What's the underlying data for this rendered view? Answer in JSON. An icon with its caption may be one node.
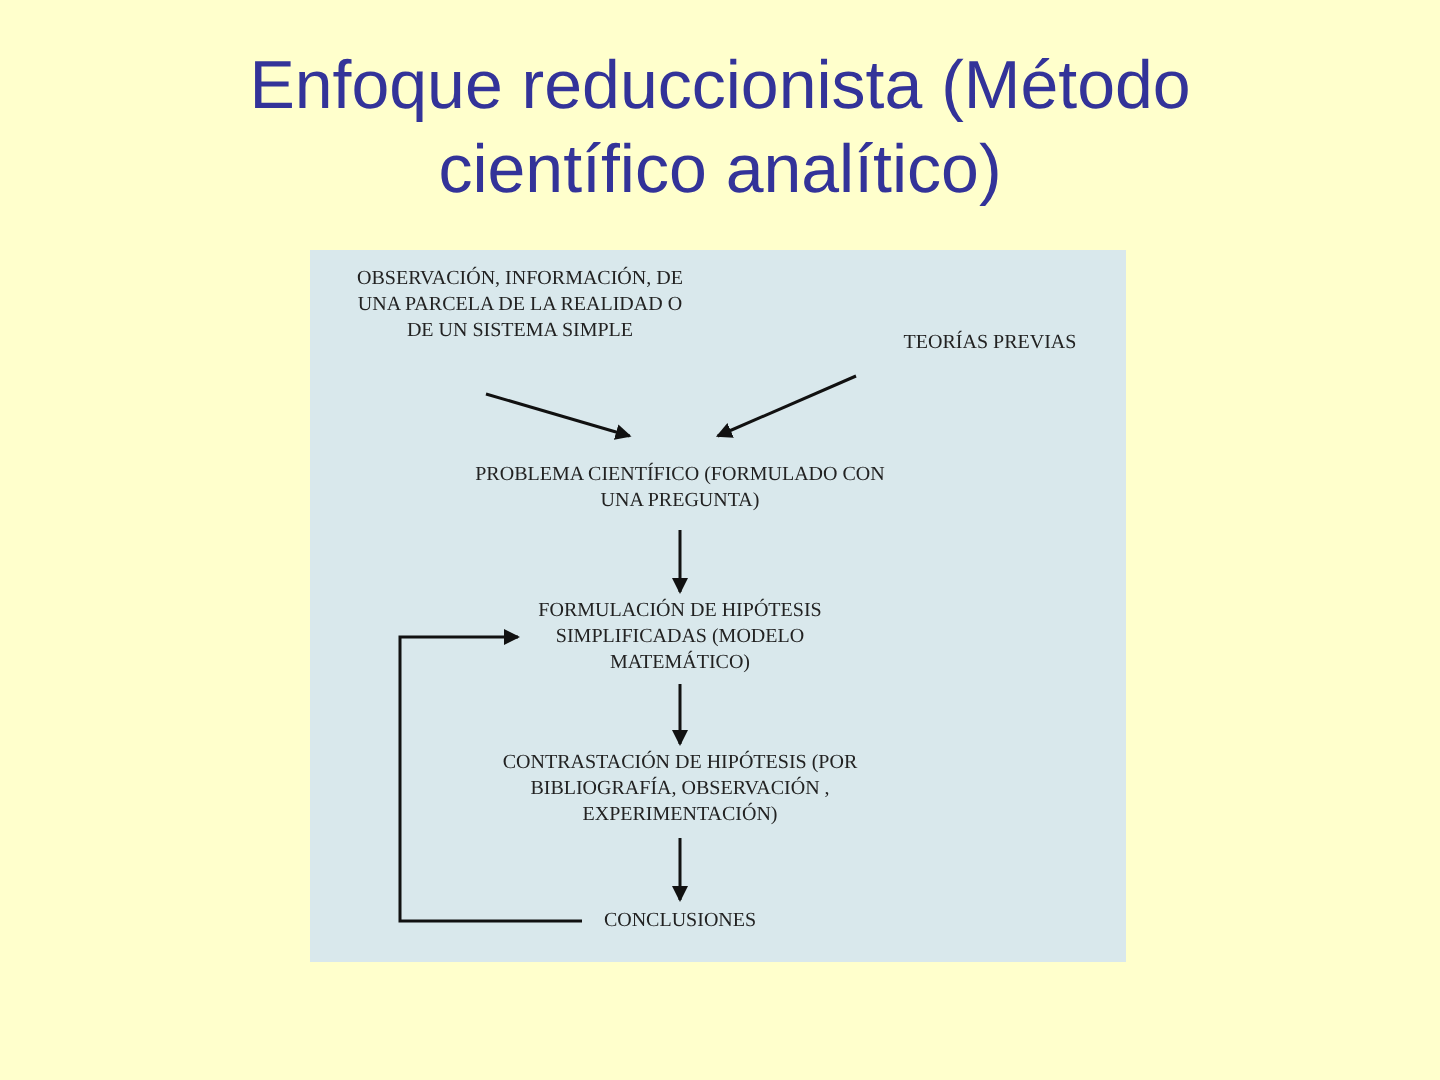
{
  "diagram": {
    "title": "Enfoque reduccionista (Método científico analítico)",
    "nodes": [
      {
        "text": [
          "OBSERVACIÓN, INFORMACIÓN, DE UNA PARCELA DE LA REALIDAD O DE UN SISTEMA SIMPLE"
        ]
      },
      {
        "text": [
          "TEORÍAS PREVIAS"
        ]
      },
      {
        "text": [
          "PROBLEMA CIENTÍFICO (FORMULADO CON UNA PREGUNTA)"
        ]
      },
      {
        "text": [
          "FORMULACIÓN DE HIPÓTESIS SIMPLIFICADAS (MODELO MATEMÁTICO)"
        ]
      },
      {
        "text": [
          "CONTRASTACIÓN DE HIPÓTESIS (POR BIBLIOGRAFÍA, OBSERVACIÓN , EXPERIMENTACIÓN)"
        ]
      },
      {
        "text": [
          "CONCLUSIONES"
        ]
      }
    ],
    "edges": [
      {
        "from": 0,
        "to": 2,
        "arrow": "to"
      },
      {
        "from": 1,
        "to": 2,
        "arrow": "to"
      },
      {
        "from": 2,
        "to": 3,
        "arrow": "to"
      },
      {
        "from": 3,
        "to": 4,
        "arrow": "to"
      },
      {
        "from": 4,
        "to": 5,
        "arrow": "to"
      },
      {
        "from": 5,
        "to": 3,
        "arrow": "to"
      }
    ]
  }
}
